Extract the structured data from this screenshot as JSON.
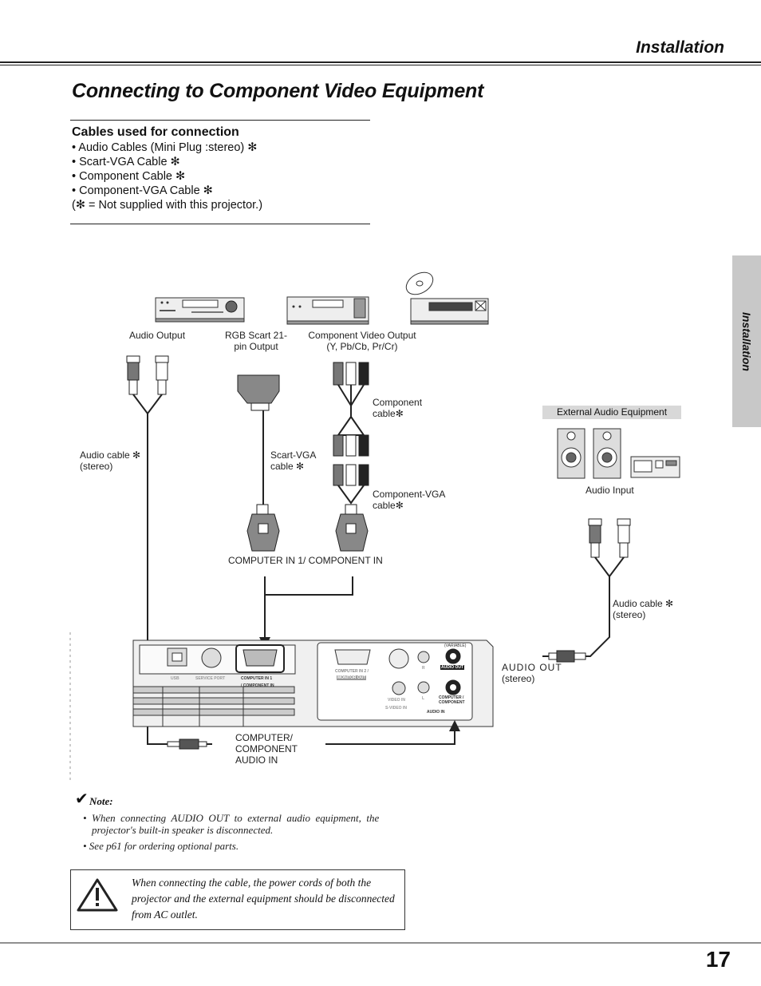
{
  "header": {
    "section": "Installation"
  },
  "page_title": "Connecting to Component Video Equipment",
  "cables": {
    "heading": "Cables used for connection",
    "items": [
      "• Audio Cables (Mini Plug :stereo) ✻",
      "• Scart-VGA Cable ✻",
      "• Component Cable ✻",
      "• Component-VGA Cable ✻"
    ],
    "footnote": "(✻ = Not supplied with this projector.)"
  },
  "side_tab": "Installation",
  "diagram": {
    "audio_output": "Audio Output",
    "rgb_scart_line1": "RGB Scart 21-",
    "rgb_scart_line2": "pin Output",
    "component_out_line1": "Component Video Output",
    "component_out_line2": "(Y, Pb/Cb, Pr/Cr)",
    "component_cable_line1": "Component",
    "component_cable_line2": "cable✻",
    "audio_cable_line1": "Audio cable ✻",
    "audio_cable_line2": "(stereo)",
    "scart_vga_line1": "Scart-VGA",
    "scart_vga_line2": "cable ✻",
    "component_vga_line1": "Component-VGA",
    "component_vga_line2": "cable✻",
    "computer_in": "COMPUTER IN 1/ COMPONENT IN",
    "external_audio": "External Audio Equipment",
    "audio_input": "Audio Input",
    "audio_cable_right_line1": "Audio cable ✻",
    "audio_cable_right_line2": "(stereo)",
    "audio_out_line1": "AUDIO  OUT",
    "audio_out_line2": "(stereo)",
    "computer_audio_in_line1": "COMPUTER/",
    "computer_audio_in_line2": "COMPONENT",
    "computer_audio_in_line3": "AUDIO IN",
    "panel": {
      "usb": "USB",
      "service_port": "SERVICE PORT",
      "computer_in_1": "COMPUTER  IN  1",
      "component_in": "/ COMPONENT IN",
      "computer_in_2": "COMPUTER IN 2 /",
      "monitor_out": "MONITOR  OUT",
      "variable": "(VARIABLE)",
      "audio_out": "AUDIO  OUT",
      "video_in": "VIDEO IN",
      "s_video_in": "S-VIDEO IN",
      "r": "R",
      "l": "L",
      "computer_component_1": "COMPUTER /",
      "computer_component_2": "COMPONENT",
      "audio_in": "AUDIO  IN"
    }
  },
  "note": {
    "check": "✔",
    "title": "Note:",
    "bullet1_line1": "•  When  connecting  AUDIO  OUT  to  external  audio  equipment,  the",
    "bullet1_line2": "projector's built-in speaker is disconnected.",
    "bullet2": "• See p61 for ordering optional parts."
  },
  "warning": {
    "text": "When connecting the cable, the power cords of both the projector and the external equipment should be disconnected from AC outlet."
  },
  "page_number": "17"
}
